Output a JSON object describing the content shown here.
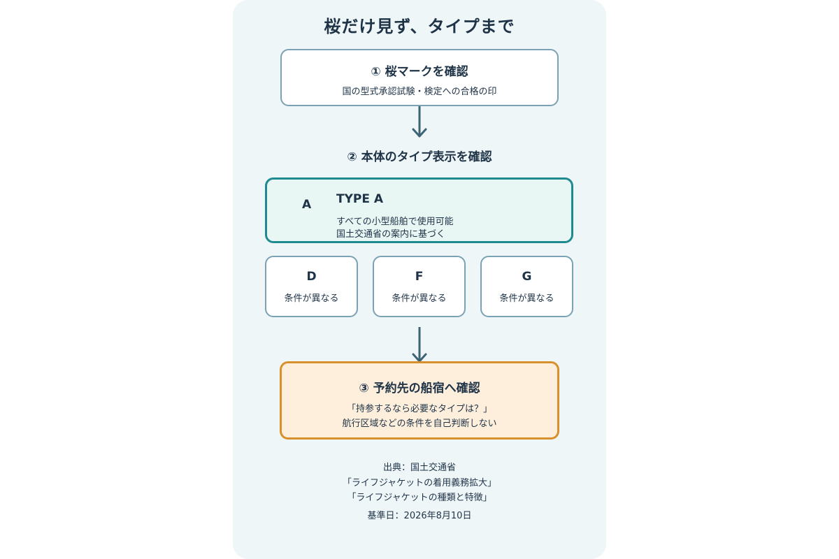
{
  "title": "桜だけ見ず、タイプまで",
  "step1": {
    "title": "① 桜マークを確認",
    "desc": "国の型式承認試験・検定への合格の印"
  },
  "step2": {
    "title": "② 本体のタイプ表示を確認",
    "type_a": {
      "letter": "A",
      "name": "TYPE A",
      "desc_line1": "すべての小型船舶で使用可能",
      "desc_line2": "国土交通省の案内に基づく"
    },
    "types": [
      {
        "letter": "D",
        "desc": "条件が異なる"
      },
      {
        "letter": "F",
        "desc": "条件が異なる"
      },
      {
        "letter": "G",
        "desc": "条件が異なる"
      }
    ]
  },
  "step3": {
    "title": "③ 予約先の船宿へ確認",
    "desc_line1": "「持参するなら必要なタイプは？」",
    "desc_line2": "航行区域などの条件を自己判断しない"
  },
  "footer": {
    "source_label": "出典：国土交通省",
    "source_1": "「ライフジャケットの着用義務拡大」",
    "source_2": "「ライフジャケットの種類と特徴」",
    "date": "基準日：2026年8月10日"
  },
  "colors": {
    "card_bg": "#eef6f8",
    "neutral_border": "#7aa2b4",
    "type_a_border": "#1f8a8f",
    "type_a_bg": "#e8f6f4",
    "step3_border": "#d8902c",
    "step3_bg": "#fdefdc",
    "arrow": "#3d6475",
    "text": "#1f3347"
  }
}
